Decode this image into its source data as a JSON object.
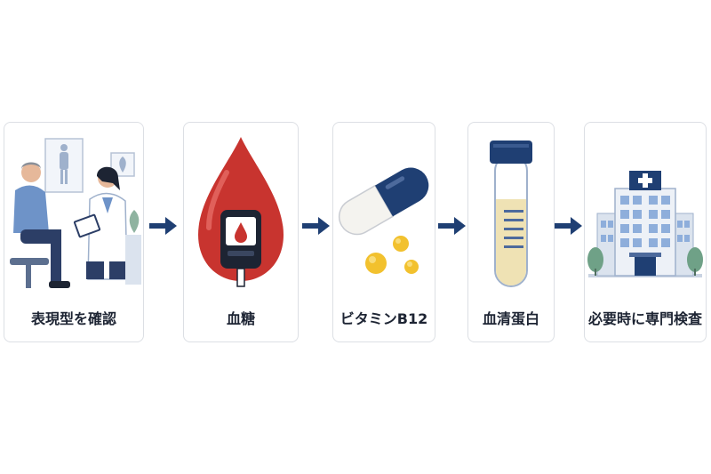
{
  "steps": [
    {
      "label": "表現型を確認",
      "icon": "doctor-consultation-icon"
    },
    {
      "label": "血糖",
      "icon": "blood-drop-glucose-meter-icon"
    },
    {
      "label": "ビタミンB12",
      "icon": "capsule-pills-icon"
    },
    {
      "label": "血清蛋白",
      "icon": "test-tube-icon"
    },
    {
      "label": "必要時に専門検査",
      "icon": "hospital-icon"
    }
  ],
  "colors": {
    "navy": "#1f3f73",
    "red": "#c8342f",
    "gold": "#f2c12e",
    "card_border": "#dcdfe4"
  }
}
